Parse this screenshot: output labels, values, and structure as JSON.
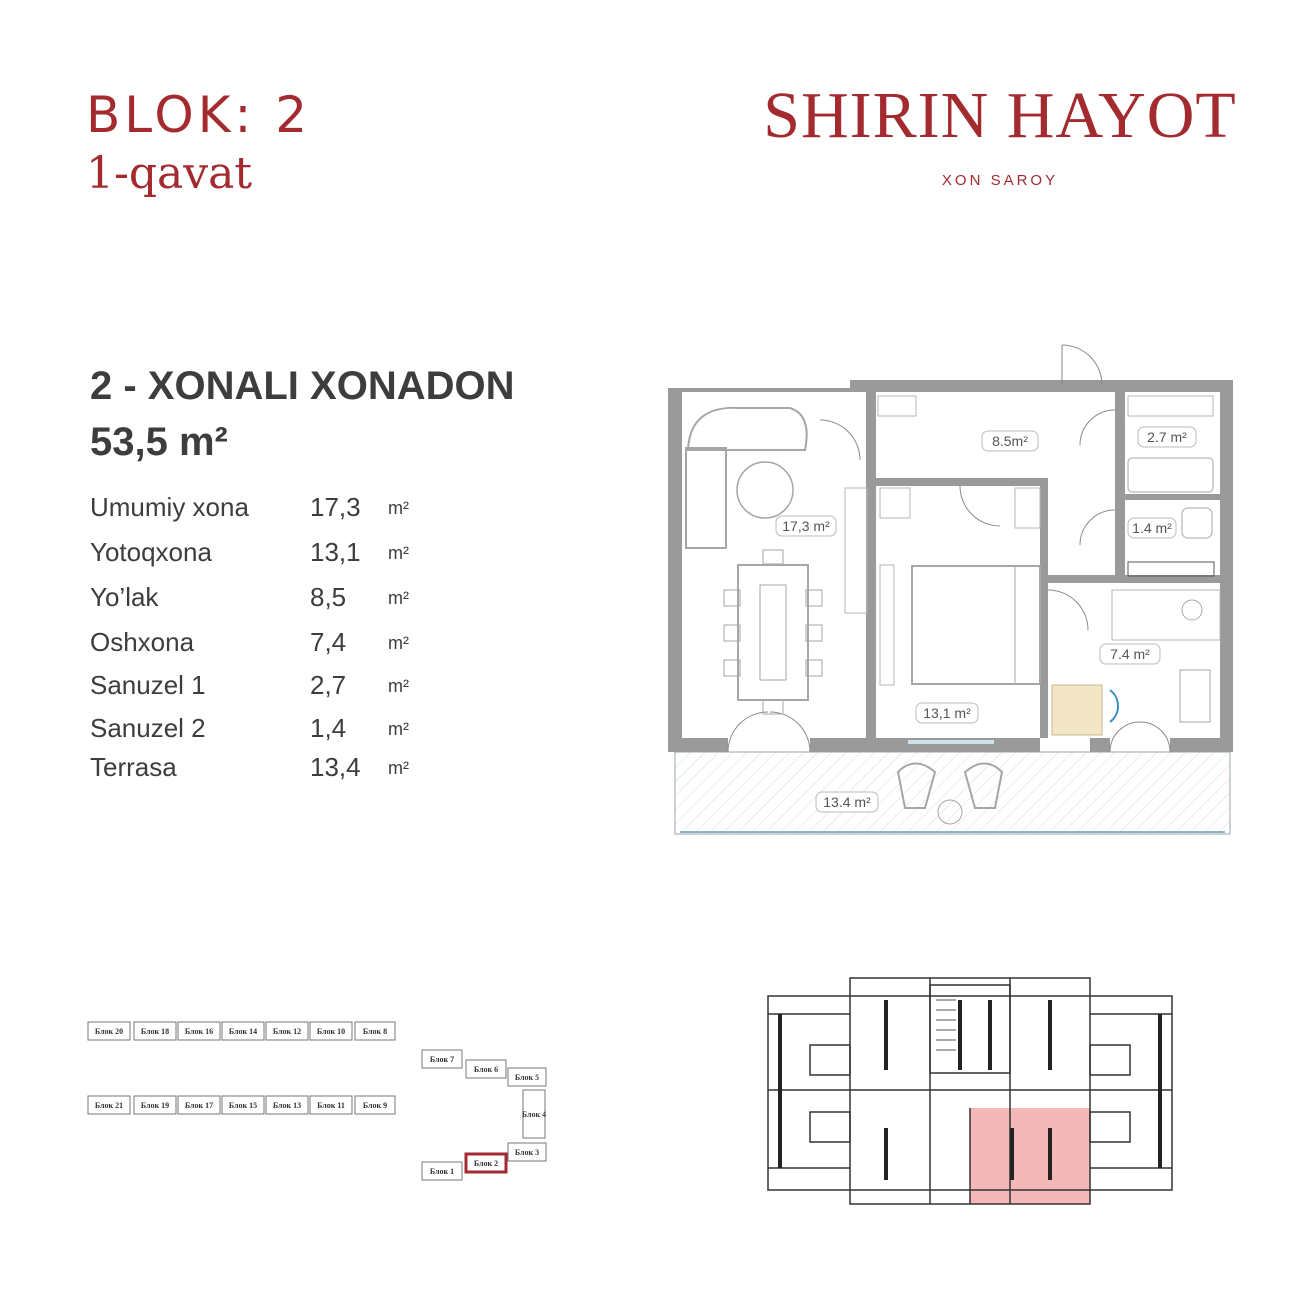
{
  "header": {
    "blok": "BLOK: 2",
    "floor": "1-qavat"
  },
  "brand": {
    "name": "SHIRIN HAYOT",
    "subtitle": "XON SAROY",
    "color": "#a32a2f"
  },
  "apartment": {
    "title": "2 - XONALI XONADON",
    "total_area": "53,5 m²",
    "rooms": [
      {
        "name": "Umumiy xona",
        "area": "17,3",
        "unit": "m²"
      },
      {
        "name": "Yotoqxona",
        "area": "13,1",
        "unit": "m²"
      },
      {
        "name": "Yo’lak",
        "area": "8,5",
        "unit": "m²"
      },
      {
        "name": "Oshxona",
        "area": "7,4",
        "unit": "m²"
      },
      {
        "name": "Sanuzel 1",
        "area": "2,7",
        "unit": "m²"
      },
      {
        "name": "Sanuzel 2",
        "area": "1,4",
        "unit": "m²"
      },
      {
        "name": "Terrasa",
        "area": "13,4",
        "unit": "m²"
      }
    ]
  },
  "plan_labels": {
    "living": "17,3 m²",
    "hall": "8.5m²",
    "bath1": "2.7 m²",
    "bath2": "1.4 m²",
    "kitchen": "7.4 m²",
    "bedroom": "13,1 m²",
    "terrace": "13.4 m²"
  },
  "site_map": {
    "blocks": {
      "b20": "Блок 20",
      "b18": "Блок 18",
      "b16": "Блок 16",
      "b14": "Блок 14",
      "b12": "Блок 12",
      "b10": "Блок 10",
      "b8": "Блок 8",
      "b21": "Блок 21",
      "b19": "Блок 19",
      "b17": "Блок 17",
      "b15": "Блок 15",
      "b13": "Блок 13",
      "b11": "Блок 11",
      "b9": "Блок 9",
      "b7": "Блок 7",
      "b6": "Блок 6",
      "b5": "Блок 5",
      "b4": "Блок 4",
      "b3": "Блок 3",
      "b2": "Блок 2",
      "b1": "Блок 1"
    },
    "highlight_block": "Блок 2",
    "highlight_color": "#a32a2f"
  },
  "floor_key": {
    "highlight_color": "#f4b8b8"
  }
}
